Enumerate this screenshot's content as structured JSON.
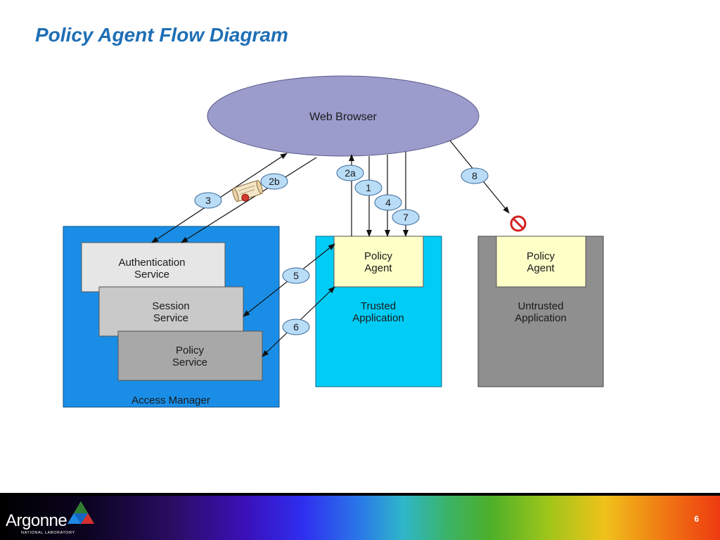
{
  "slide": {
    "title": "Policy Agent Flow Diagram",
    "page_number": "6"
  },
  "diagram": {
    "web_browser": "Web Browser",
    "access_manager": {
      "label": "Access Manager",
      "authentication_service": [
        "Authentication",
        "Service"
      ],
      "session_service": [
        "Session",
        "Service"
      ],
      "policy_service": [
        "Policy",
        "Service"
      ]
    },
    "trusted_app": {
      "agent": [
        "Policy",
        "Agent"
      ],
      "label": [
        "Trusted",
        "Application"
      ]
    },
    "untrusted_app": {
      "agent": [
        "Policy",
        "Agent"
      ],
      "label": [
        "Untrusted",
        "Application"
      ]
    },
    "steps": [
      "2a",
      "1",
      "4",
      "7",
      "2b",
      "3",
      "5",
      "6",
      "8"
    ]
  },
  "footer": {
    "logo_word": "Argonne",
    "logo_sub": "NATIONAL LABORATORY"
  },
  "colors": {
    "title": "#1f6fb5",
    "browser": "#9b9bcc",
    "access_manager": "#1a8ee6",
    "trusted_app": "#00ccf5",
    "untrusted_app": "#8f8f8f",
    "policy_agent": "#ffffc8",
    "step_badge": "#b9dcf7"
  }
}
